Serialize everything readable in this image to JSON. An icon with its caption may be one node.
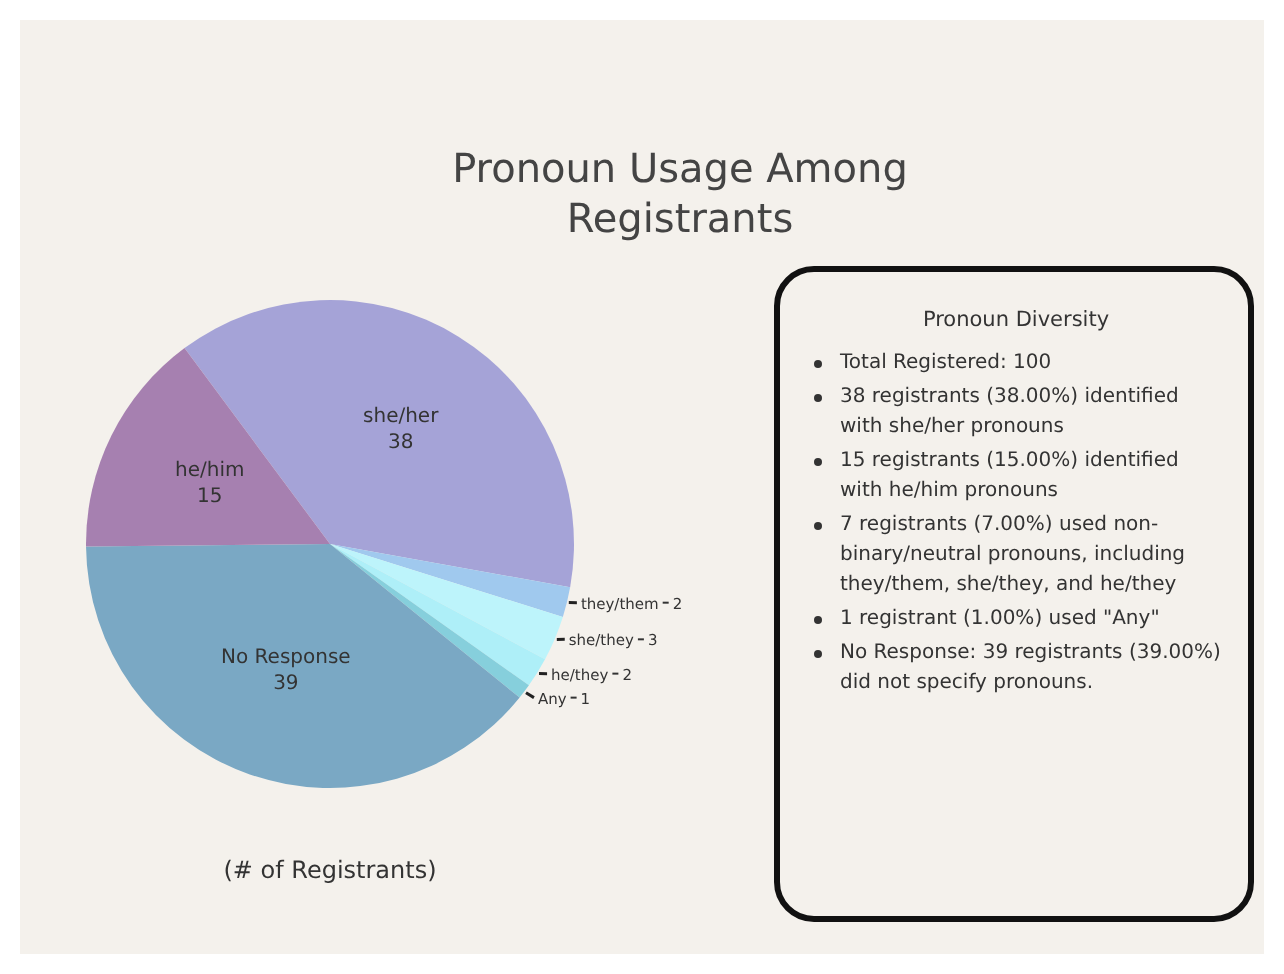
{
  "diagram": {
    "title": "Pronoun Usage Among Registrants",
    "nodes": [
      {
        "text": [
          "Pronoun Diversity",
          "Total Registered: 100",
          "38 registrants (38.00%) identified with she/her pronouns",
          "15 registrants (15.00%) identified with he/him pronouns",
          "7 registrants (7.00%) used non-binary/neutral pronouns, including they/them, she/they, and he/they",
          "1 registrant (1.00%) used \"Any\"",
          "No Response: 39 registrants (39.00%) did not specify pronouns."
        ]
      }
    ],
    "chart_data": {
      "type": "pie",
      "xlabel": "(# of Registrants)",
      "categories": [
        "she/her",
        "they/them",
        "she/they",
        "he/they",
        "Any",
        "No Response",
        "he/him"
      ],
      "series": [
        {
          "values": [
            38,
            2,
            3,
            2,
            1,
            39,
            15
          ],
          "colors": [
            "#a5a3d7",
            "#a0c9ee",
            "#bdf4fb",
            "#aeeff8",
            "#86cfdc",
            "#7aa8c4",
            "#a680b0"
          ]
        }
      ],
      "data_labels": true
    }
  }
}
